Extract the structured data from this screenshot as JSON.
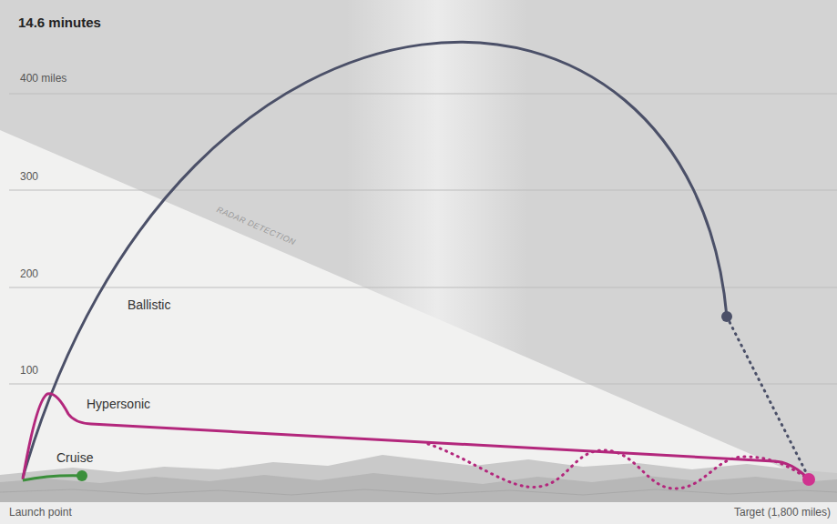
{
  "diagram": {
    "title": "14.6 minutes",
    "labels": [
      "400 miles",
      "300",
      "200",
      "100",
      "RADAR DETECTION",
      "Ballistic",
      "Hypersonic",
      "Cruise",
      "Launch point",
      "Target (1,800 miles)"
    ]
  }
}
